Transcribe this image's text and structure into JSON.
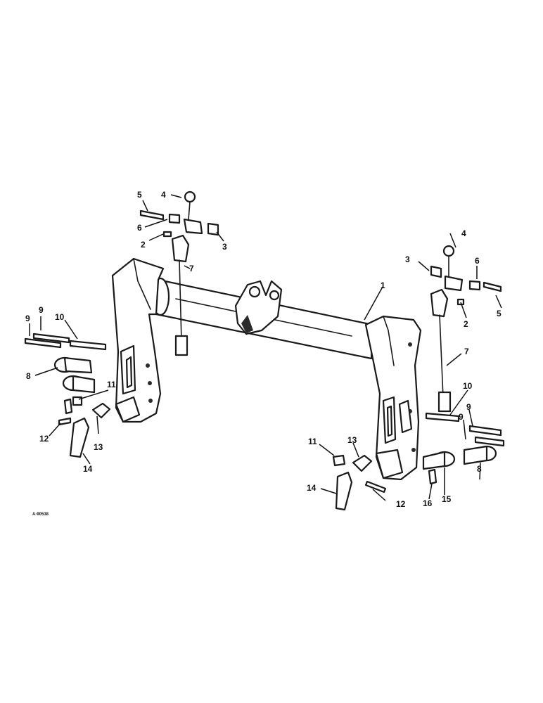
{
  "figure": {
    "reference_code": "A-90538"
  },
  "callouts": [
    {
      "key": "c1",
      "label": "1"
    },
    {
      "key": "c2l",
      "label": "2"
    },
    {
      "key": "c3l",
      "label": "3"
    },
    {
      "key": "c4l",
      "label": "4"
    },
    {
      "key": "c5l",
      "label": "5"
    },
    {
      "key": "c6l",
      "label": "6"
    },
    {
      "key": "c7l",
      "label": "7"
    },
    {
      "key": "c8l",
      "label": "8"
    },
    {
      "key": "c9la",
      "label": "9"
    },
    {
      "key": "c9lb",
      "label": "9"
    },
    {
      "key": "c10l",
      "label": "10"
    },
    {
      "key": "c11l",
      "label": "11"
    },
    {
      "key": "c12l",
      "label": "12"
    },
    {
      "key": "c13l",
      "label": "13"
    },
    {
      "key": "c14l",
      "label": "14"
    },
    {
      "key": "c2r",
      "label": "2"
    },
    {
      "key": "c3r",
      "label": "3"
    },
    {
      "key": "c4r",
      "label": "4"
    },
    {
      "key": "c5r",
      "label": "5"
    },
    {
      "key": "c6r",
      "label": "6"
    },
    {
      "key": "c7r",
      "label": "7"
    },
    {
      "key": "c8r",
      "label": "8"
    },
    {
      "key": "c9ra",
      "label": "9"
    },
    {
      "key": "c9rb",
      "label": "9"
    },
    {
      "key": "c10r",
      "label": "10"
    },
    {
      "key": "c11r",
      "label": "11"
    },
    {
      "key": "c12r",
      "label": "12"
    },
    {
      "key": "c13r",
      "label": "13"
    },
    {
      "key": "c14r",
      "label": "14"
    },
    {
      "key": "c15",
      "label": "15"
    },
    {
      "key": "c16",
      "label": "16"
    }
  ]
}
